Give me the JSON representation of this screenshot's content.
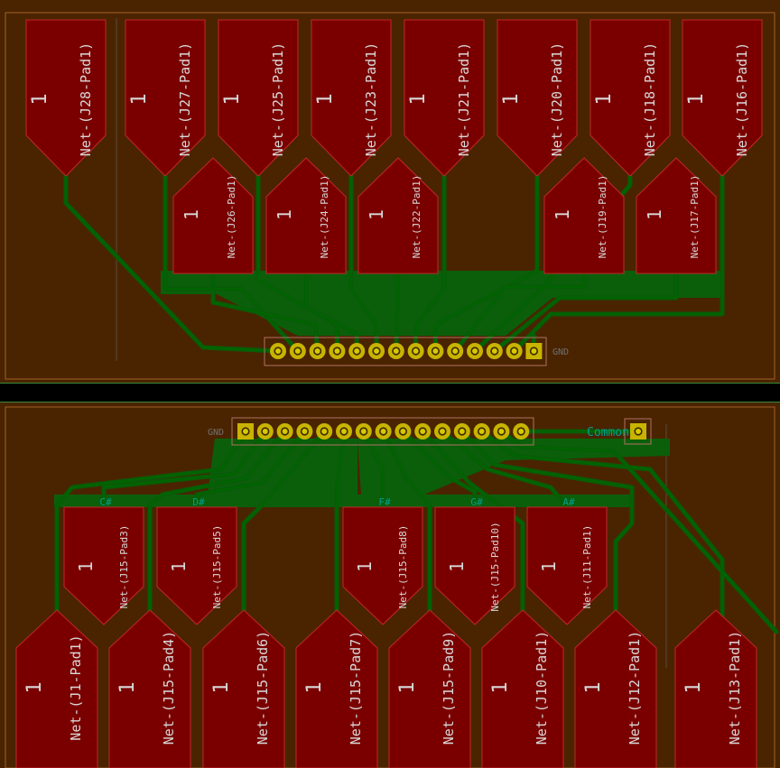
{
  "colors": {
    "board": "#4a2400",
    "copper": "#7a0000",
    "trace": "#006400",
    "outline": "#a06028",
    "separator": "#000000",
    "pad_gold": "#c8b400",
    "silk_gray": "#707070",
    "silk_teal": "#00a090"
  },
  "top_board": {
    "connector_label": "GND",
    "big_pads": [
      {
        "num": "1",
        "net": "Net-(J28-Pad1)"
      },
      {
        "num": "1",
        "net": "Net-(J27-Pad1)"
      },
      {
        "num": "1",
        "net": "Net-(J25-Pad1)"
      },
      {
        "num": "1",
        "net": "Net-(J23-Pad1)"
      },
      {
        "num": "1",
        "net": "Net-(J21-Pad1)"
      },
      {
        "num": "1",
        "net": "Net-(J20-Pad1)"
      },
      {
        "num": "1",
        "net": "Net-(J18-Pad1)"
      },
      {
        "num": "1",
        "net": "Net-(J16-Pad1)"
      }
    ],
    "small_pads": [
      {
        "num": "1",
        "net": "Net-(J26-Pad1)"
      },
      {
        "num": "1",
        "net": "Net-(J24-Pad1)"
      },
      {
        "num": "1",
        "net": "Net-(J22-Pad1)"
      },
      {
        "num": "1",
        "net": "Net-(J19-Pad1)"
      },
      {
        "num": "1",
        "net": "Net-(J17-Pad1)"
      }
    ]
  },
  "bottom_board": {
    "connector_label": "GND",
    "common_label": "Common",
    "sharp_labels": [
      "C#",
      "D#",
      "F#",
      "G#",
      "A#"
    ],
    "small_pads": [
      {
        "num": "1",
        "net": "Net-(J15-Pad3)"
      },
      {
        "num": "1",
        "net": "Net-(J15-Pad5)"
      },
      {
        "num": "1",
        "net": "Net-(J15-Pad8)"
      },
      {
        "num": "1",
        "net": "Net-(J15-Pad10)"
      },
      {
        "num": "1",
        "net": "Net-(J11-Pad1)"
      }
    ],
    "big_pads": [
      {
        "num": "1",
        "net": "Net-(J1-Pad1)"
      },
      {
        "num": "1",
        "net": "Net-(J15-Pad4)"
      },
      {
        "num": "1",
        "net": "Net-(J15-Pad6)"
      },
      {
        "num": "1",
        "net": "Net-(J15-Pad7)"
      },
      {
        "num": "1",
        "net": "Net-(J15-Pad9)"
      },
      {
        "num": "1",
        "net": "Net-(J10-Pad1)"
      },
      {
        "num": "1",
        "net": "Net-(J12-Pad1)"
      },
      {
        "num": "1",
        "net": "Net-(J13-Pad1)"
      }
    ]
  }
}
